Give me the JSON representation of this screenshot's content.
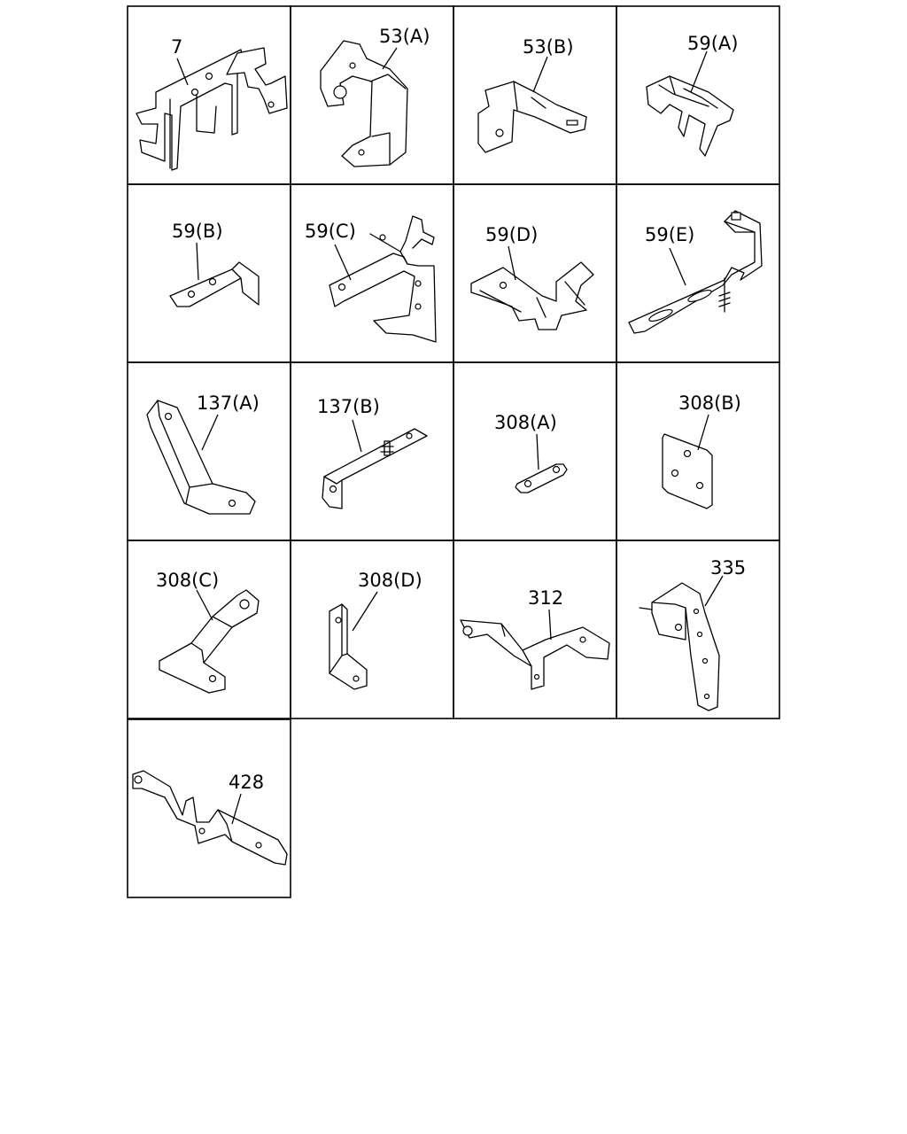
{
  "diagram": {
    "parts": [
      {
        "id": "p7",
        "label": "7"
      },
      {
        "id": "p53a",
        "label": "53(A)"
      },
      {
        "id": "p53b",
        "label": "53(B)"
      },
      {
        "id": "p59a",
        "label": "59(A)"
      },
      {
        "id": "p59b",
        "label": "59(B)"
      },
      {
        "id": "p59c",
        "label": "59(C)"
      },
      {
        "id": "p59d",
        "label": "59(D)"
      },
      {
        "id": "p59e",
        "label": "59(E)"
      },
      {
        "id": "p137a",
        "label": "137(A)"
      },
      {
        "id": "p137b",
        "label": "137(B)"
      },
      {
        "id": "p308a",
        "label": "308(A)"
      },
      {
        "id": "p308b",
        "label": "308(B)"
      },
      {
        "id": "p308c",
        "label": "308(C)"
      },
      {
        "id": "p308d",
        "label": "308(D)"
      },
      {
        "id": "p312",
        "label": "312"
      },
      {
        "id": "p335",
        "label": "335"
      },
      {
        "id": "p428",
        "label": "428"
      }
    ]
  }
}
